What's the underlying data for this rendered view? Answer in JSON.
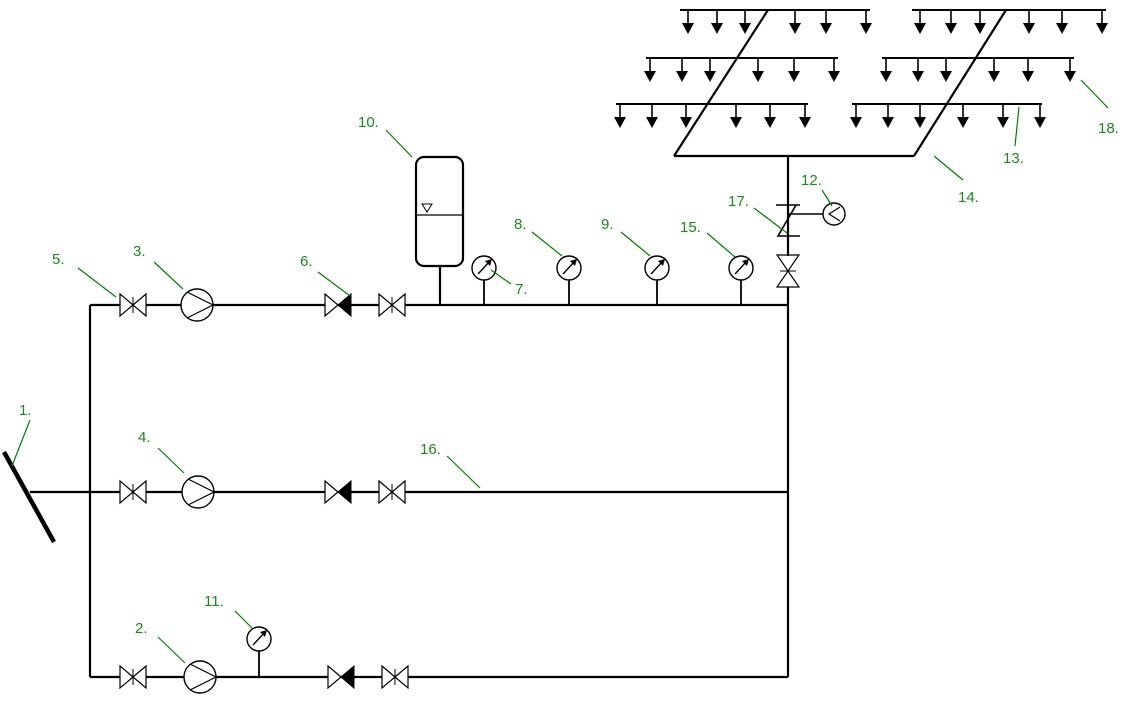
{
  "colors": {
    "pipe": "#000000",
    "label": "#1a8a1a",
    "leader": "#008000",
    "background": "#ffffff"
  },
  "labels": {
    "l1": "1.",
    "l2": "2.",
    "l3": "3.",
    "l4": "4.",
    "l5": "5.",
    "l6": "6.",
    "l7": "7.",
    "l8": "8.",
    "l9": "9.",
    "l10": "10.",
    "l11": "11.",
    "l12": "12.",
    "l13": "13.",
    "l14": "14.",
    "l15": "15.",
    "l16": "16.",
    "l17": "17.",
    "l18": "18."
  },
  "symbols": [
    "intake-strainer",
    "pump",
    "gate-valve",
    "check-valve",
    "pressure-gauge",
    "pressure-tank",
    "alarm-signal",
    "sprinkler-head"
  ]
}
